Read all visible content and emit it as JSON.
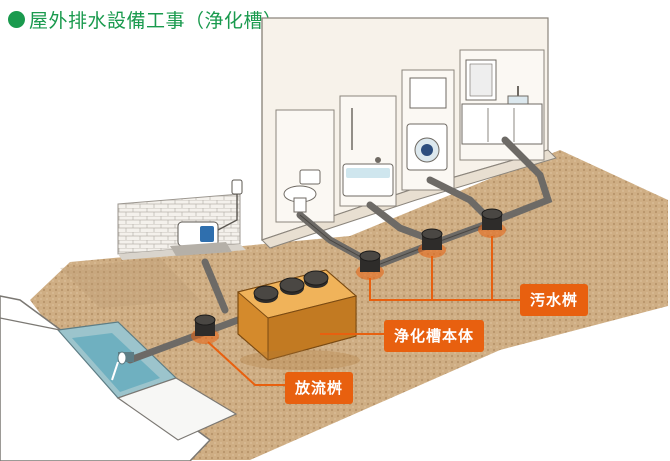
{
  "title": "屋外排水設備工事（浄化槽）",
  "labels": {
    "wastewater_basin": "汚水桝",
    "septic_tank_body": "浄化槽本体",
    "discharge_basin": "放流桝"
  },
  "colors": {
    "title_green": "#1a9a4e",
    "callout_orange": "#e8600f",
    "ground": "#c9a67a",
    "tank": "#e39a3c",
    "pipe": "#6d6a66"
  }
}
